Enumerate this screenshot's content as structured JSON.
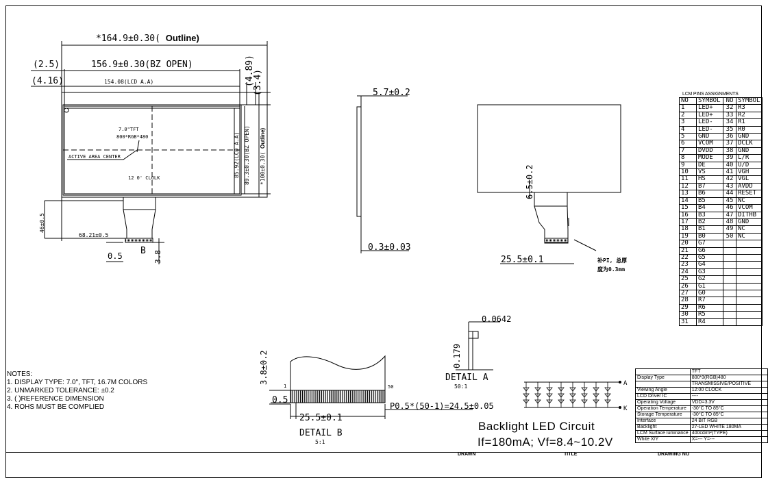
{
  "dimensions": {
    "outline_width": "*164.9±0.30( ",
    "outline_word": "Outline)",
    "bz_open": "156.9±0.30(BZ OPEN)",
    "ref_25": "(2.5)",
    "ref_416": "(4.16)",
    "lcd_aa": "154.08(LCD A.A)",
    "ref_489": "(4.89)",
    "ref_34": "(3.4)",
    "height_lcd_aa": "85.92(LCD A.A)",
    "height_bz": "89.3±0.30(BZ OPEN)",
    "height_outline": "*100±0.30( ",
    "height_outline_word": "Outline)",
    "dim_46": "46±0.5",
    "dim_6821": "68.21±0.5",
    "dim_05": "0.5",
    "dim_38": "3.8",
    "label_b": "B",
    "label_a": "A",
    "thickness": "5.7±0.2",
    "thin": "0.3±0.03",
    "rear_65": "6.5±0.2",
    "rear_255": "25.5±0.1",
    "d_0642": "0.0642",
    "d_0179": "0.179",
    "d_38b": "3.8±0.2",
    "d_05b": "0.5",
    "d_255b": "25.5±0.1",
    "pitch": "P0.5*(50-1)=24.5±0.05",
    "pin1": "1",
    "pin50": "50",
    "detail_a": "DETAIL   A",
    "scale_a": "50:1",
    "detail_b": "DETAIL   B",
    "scale_b": "5:1"
  },
  "front": {
    "tft": "7.0\"TFT",
    "res": "800*RGB*480",
    "active_center": "ACTIVE AREA CENTER",
    "clock": "12 0' CLOLK"
  },
  "rear_note_1": "补PI, 总厚",
  "rear_note_2": "度为0.3mm",
  "notes": [
    "NOTES:",
    "1. DISPLAY TYPE:  7.0\", TFT, 16.7M COLORS",
    "2. UNMARKED TOLERANCE:  ±0.2",
    "3. (   )REFERENCE DIMENSION",
    "4. ROHS MUST BE COMPLIED"
  ],
  "backlight": {
    "title": "Backlight LED Circuit",
    "sub": "If=180mA; Vf=8.4~10.2V",
    "terminal_a": "A",
    "terminal_k": "K"
  },
  "pins": {
    "title": "LCM PINS ASSIGNMENTS",
    "header": [
      "NO",
      "SYMBOL",
      "NO",
      "SYMBOL"
    ],
    "rows": [
      [
        "1",
        "LED+",
        "32",
        "R3"
      ],
      [
        "2",
        "LED+",
        "33",
        "R2"
      ],
      [
        "3",
        "LED-",
        "34",
        "R1"
      ],
      [
        "4",
        "LED-",
        "35",
        "R0"
      ],
      [
        "5",
        "GND",
        "36",
        "GND"
      ],
      [
        "6",
        "VCOM",
        "37",
        "DCLK"
      ],
      [
        "7",
        "DVDD",
        "38",
        "GND"
      ],
      [
        "8",
        "MODE",
        "39",
        "L/R"
      ],
      [
        "9",
        "DE",
        "40",
        "U/D"
      ],
      [
        "10",
        "VS",
        "41",
        "VGH"
      ],
      [
        "11",
        "HS",
        "42",
        "VGL"
      ],
      [
        "12",
        "B7",
        "43",
        "AVDD"
      ],
      [
        "13",
        "B6",
        "44",
        "RESET"
      ],
      [
        "14",
        "B5",
        "45",
        "NC"
      ],
      [
        "15",
        "B4",
        "46",
        "VCOM"
      ],
      [
        "16",
        "B3",
        "47",
        "DITHB"
      ],
      [
        "17",
        "B2",
        "48",
        "GND"
      ],
      [
        "18",
        "B1",
        "49",
        "NC"
      ],
      [
        "19",
        "B0",
        "50",
        "NC"
      ],
      [
        "20",
        "G7",
        "",
        ""
      ],
      [
        "21",
        "G6",
        "",
        ""
      ],
      [
        "22",
        "G5",
        "",
        ""
      ],
      [
        "23",
        "G4",
        "",
        ""
      ],
      [
        "24",
        "G3",
        "",
        ""
      ],
      [
        "25",
        "G2",
        "",
        ""
      ],
      [
        "26",
        "G1",
        "",
        ""
      ],
      [
        "27",
        "G0",
        "",
        ""
      ],
      [
        "28",
        "R7",
        "",
        ""
      ],
      [
        "29",
        "R6",
        "",
        ""
      ],
      [
        "30",
        "R5",
        "",
        ""
      ],
      [
        "31",
        "R4",
        "",
        ""
      ]
    ]
  },
  "spec": {
    "rows": [
      [
        "",
        "TFT"
      ],
      [
        "Display Type",
        "800*3(RGB)480"
      ],
      [
        "",
        "TRANSMISSIVE/POSITIVE"
      ],
      [
        "Viewing Angle",
        "12:00 CLOCK"
      ],
      [
        "LCD Driver IC",
        "----"
      ],
      [
        "Operating Voltage",
        "VDD=3.3V"
      ],
      [
        "Operation Temperature",
        "-30°C TO 85°C"
      ],
      [
        "Storage Temperature",
        "-30°C TO 85°C"
      ],
      [
        "Interface",
        "24 BIT RGB"
      ],
      [
        "Backlight",
        "27-LED WHITE 180MA"
      ],
      [
        "LCM Surface luminance",
        "400cd/m²(TYPE)"
      ],
      [
        "White X/Y",
        "X=---  Y=---"
      ]
    ]
  },
  "titleblock": {
    "drawn": "DRAWN",
    "title": "TITLE",
    "drawing_no": "DRAWING NO"
  }
}
